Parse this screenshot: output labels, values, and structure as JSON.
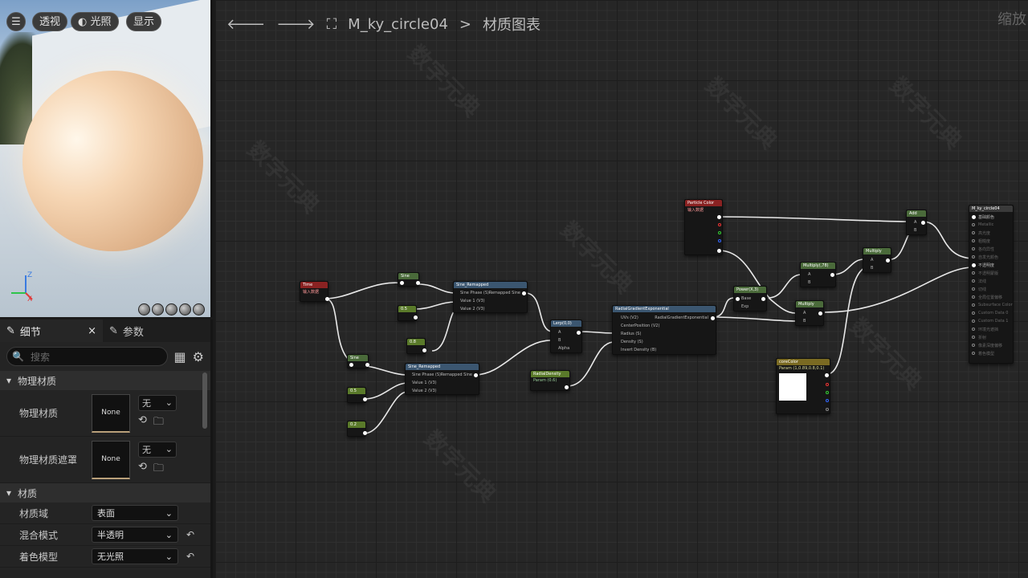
{
  "viewport": {
    "buttons": {
      "perspective": "透视",
      "lit": "光照",
      "show": "显示"
    }
  },
  "details": {
    "tabs": {
      "details": "细节",
      "params": "参数"
    },
    "search_placeholder": "搜索",
    "sections": {
      "physical": "物理材质",
      "material": "材质"
    },
    "physical_rows": [
      {
        "label": "物理材质",
        "thumb": "None",
        "mode": "无"
      },
      {
        "label": "物理材质遮罩",
        "thumb": "None",
        "mode": "无"
      }
    ],
    "material_rows": [
      {
        "label": "材质域",
        "value": "表面"
      },
      {
        "label": "混合模式",
        "value": "半透明"
      },
      {
        "label": "着色模型",
        "value": "无光照"
      }
    ]
  },
  "toolbar": {
    "asset_name": "M_ky_circle04",
    "separator": ">",
    "page_title": "材质图表",
    "zoom_label": "缩放"
  },
  "nodes": {
    "time": {
      "title": "Time",
      "subtitle": "输入数据"
    },
    "sine1": {
      "title": "Sine"
    },
    "sine2": {
      "title": "Sine"
    },
    "sine_remapped1": {
      "title": "Sine_Remapped",
      "pin_in": "Sine Phase (S)",
      "pin_out": "Remapped Sine",
      "v1": "Value 1 (V3)",
      "v2": "Value 2 (V3)"
    },
    "sine_remapped2": {
      "title": "Sine_Remapped",
      "pin_in": "Sine Phase (S)",
      "pin_out": "Remapped Sine",
      "v1": "Value 1 (V3)",
      "v2": "Value 2 (V3)"
    },
    "c_a": {
      "title": "0.5"
    },
    "c_b": {
      "title": "0.8"
    },
    "c_c": {
      "title": "0.5"
    },
    "c_d": {
      "title": "0.2"
    },
    "lerp": {
      "title": "Lerp(0,0)",
      "a": "A",
      "b": "B",
      "alpha": "Alpha"
    },
    "radial_density": {
      "title": "RadialDensity",
      "subtitle": "Param (0.6)"
    },
    "radial": {
      "title": "RadialGradientExponential",
      "out": "RadialGradientExponential",
      "uvs": "UVs (V2)",
      "center": "CenterPosition (V2)",
      "radius": "Radius (S)",
      "density": "Density (S)",
      "invert": "Invert Density (B)"
    },
    "particle_color": {
      "title": "Particle Color",
      "subtitle": "输入数据"
    },
    "power": {
      "title": "Power(X,3)",
      "base": "Base",
      "exp": "Exp"
    },
    "multiply1": {
      "title": "Multiply(,78)",
      "a": "A",
      "b": "B"
    },
    "multiply2": {
      "title": "Multiply",
      "a": "A",
      "b": "B"
    },
    "multiply3": {
      "title": "Multiply",
      "a": "A",
      "b": "B"
    },
    "add": {
      "title": "Add",
      "a": "A",
      "b": "B"
    },
    "core_color": {
      "title": "coreColor",
      "subtitle": "Param (1,0.89,0.8,0.1)"
    },
    "result": {
      "title": "M_ky_circle04",
      "pins": [
        "基础颜色",
        "Metallic",
        "高光度",
        "粗糙度",
        "各向异性",
        "自发光颜色",
        "不透明度",
        "不透明蒙版",
        "法线",
        "切线",
        "全局位置偏移",
        "Subsurface Color",
        "Custom Data 0",
        "Custom Data 1",
        "环境光遮挡",
        "折射",
        "像素深度偏移",
        "着色模型"
      ]
    }
  },
  "watermark": "数字元典"
}
